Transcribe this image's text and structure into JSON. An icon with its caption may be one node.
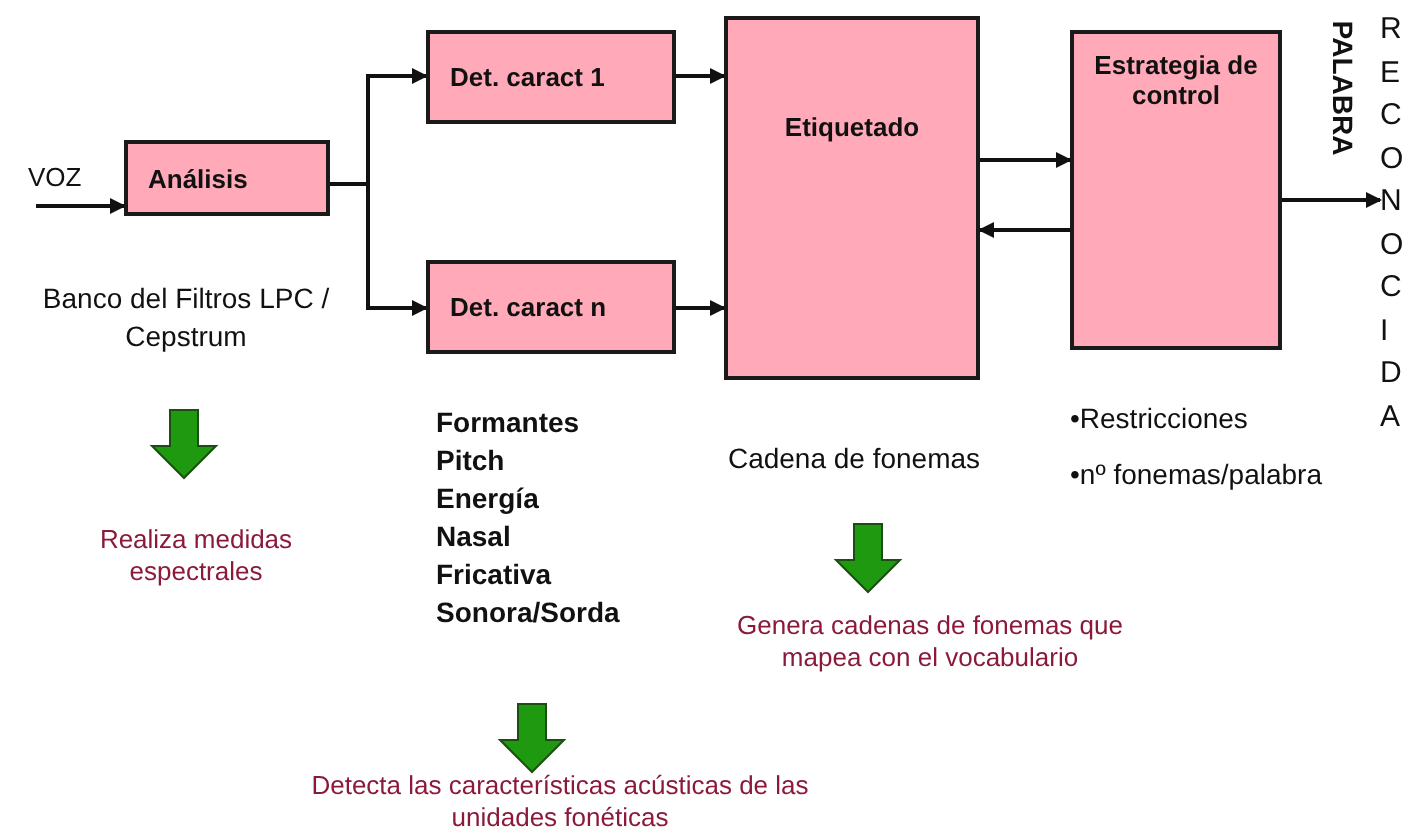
{
  "diagram": {
    "nodes": [
      {
        "text": [
          "Análisis"
        ],
        "beside": [
          "Banco del Filtros LPC / Cepstrum"
        ]
      },
      {
        "text": [
          "Det. caract 1"
        ]
      },
      {
        "text": [
          "Det. caract n"
        ]
      },
      {
        "text": [
          "Etiquetado"
        ],
        "beside": [
          "Cadena de fonemas"
        ]
      },
      {
        "text": [
          "Estrategia de control"
        ],
        "beside": [
          "•Restricciones",
          "•nº fonemas/palabra"
        ]
      },
      {
        "text": [
          "PALABRA",
          "RECONOCIDA"
        ]
      }
    ],
    "edges": [
      {
        "from": null,
        "to": 0,
        "arrow": "to",
        "label": "VOZ"
      },
      {
        "from": 0,
        "to": 1,
        "arrow": "to"
      },
      {
        "from": 0,
        "to": 2,
        "arrow": "to"
      },
      {
        "from": 1,
        "to": 3,
        "arrow": "to"
      },
      {
        "from": 2,
        "to": 3,
        "arrow": "to"
      },
      {
        "from": 3,
        "to": 4,
        "arrow": "to"
      },
      {
        "from": 4,
        "to": 3,
        "arrow": "to"
      },
      {
        "from": 4,
        "to": 5,
        "arrow": "to"
      }
    ],
    "labels": [
      "Formantes",
      "Pitch",
      "Energía",
      "Nasal",
      "Fricativa",
      "Sonora/Sorda",
      "Realiza medidas espectrales",
      "Genera cadenas de fonemas que mapea con el vocabulario",
      "Detecta las características acústicas de las unidades fonéticas"
    ]
  }
}
